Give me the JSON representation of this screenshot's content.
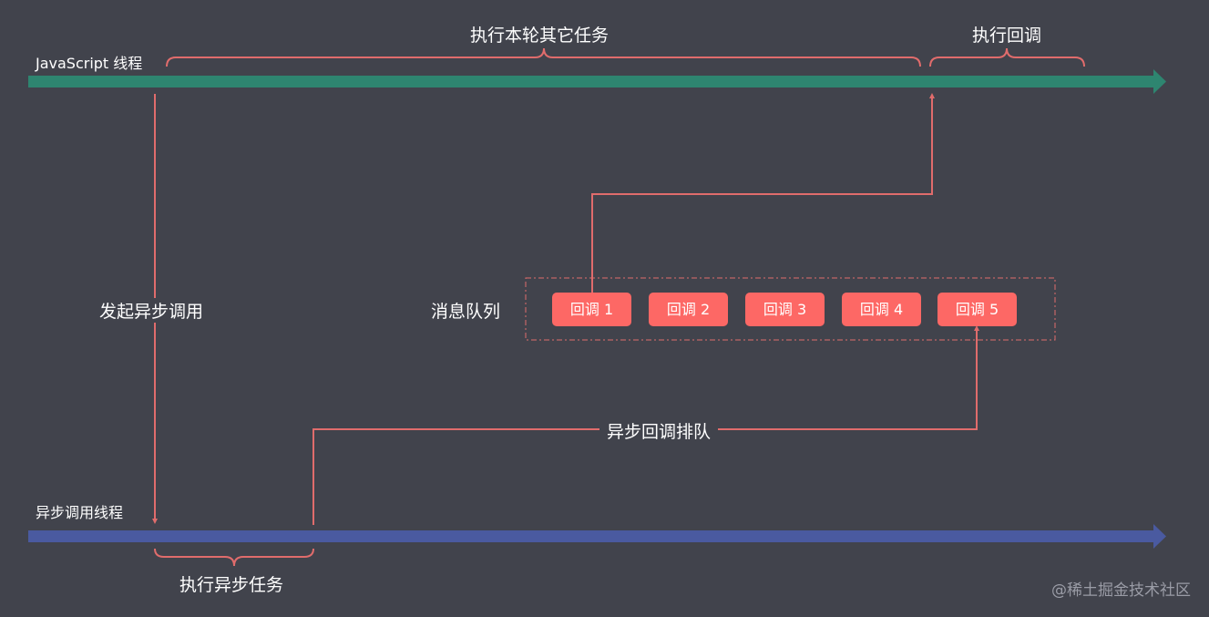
{
  "threads": {
    "js_thread": "JavaScript 线程",
    "async_thread": "异步调用线程"
  },
  "labels": {
    "other_tasks": "执行本轮其它任务",
    "exec_callback": "执行回调",
    "start_async": "发起异步调用",
    "message_queue": "消息队列",
    "enqueue_callback": "异步回调排队",
    "exec_async_task": "执行异步任务"
  },
  "queue": [
    "回调 1",
    "回调 2",
    "回调 3",
    "回调 4",
    "回调 5"
  ],
  "watermark": "@稀土掘金技术社区",
  "colors": {
    "background": "#41434c",
    "js_thread": "#2e8570",
    "async_thread": "#4a5aa0",
    "line": "#e06c6c",
    "queue_item": "#fd6865"
  }
}
